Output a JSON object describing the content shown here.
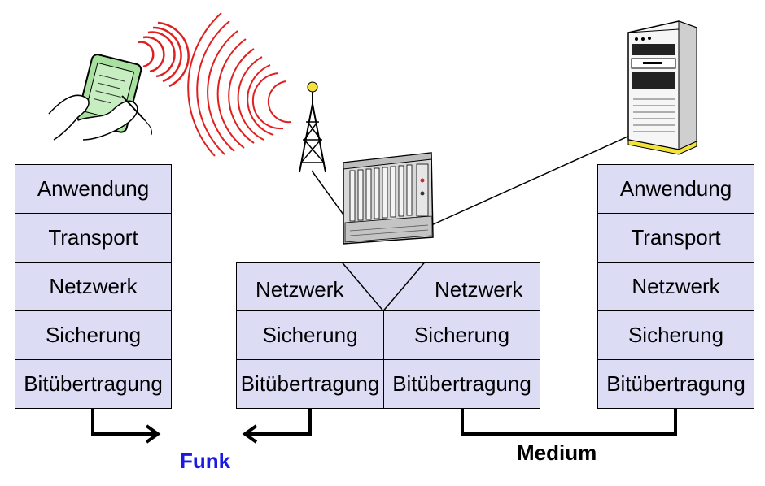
{
  "colors": {
    "layer_fill": "#dcdcf5",
    "radio_wave": "#e02020",
    "tablet_green": "#a8e0a0",
    "antenna_light": "#f2e23a",
    "funk_label": "#1a1ae6"
  },
  "icons": [
    "tablet-hand-icon",
    "radio-antenna-icon",
    "rack-server-icon",
    "tower-pc-icon"
  ],
  "left_stack": {
    "layers": [
      "Anwendung",
      "Transport",
      "Netzwerk",
      "Sicherung",
      "Bitübertragung"
    ]
  },
  "middle_stack": {
    "network_left": "Netzwerk",
    "network_right": "Netzwerk",
    "datalink_left": "Sicherung",
    "datalink_right": "Sicherung",
    "physical_left": "Bitübertragung",
    "physical_right": "Bitübertragung"
  },
  "right_stack": {
    "layers": [
      "Anwendung",
      "Transport",
      "Netzwerk",
      "Sicherung",
      "Bitübertragung"
    ]
  },
  "labels": {
    "funk": "Funk",
    "medium": "Medium"
  }
}
